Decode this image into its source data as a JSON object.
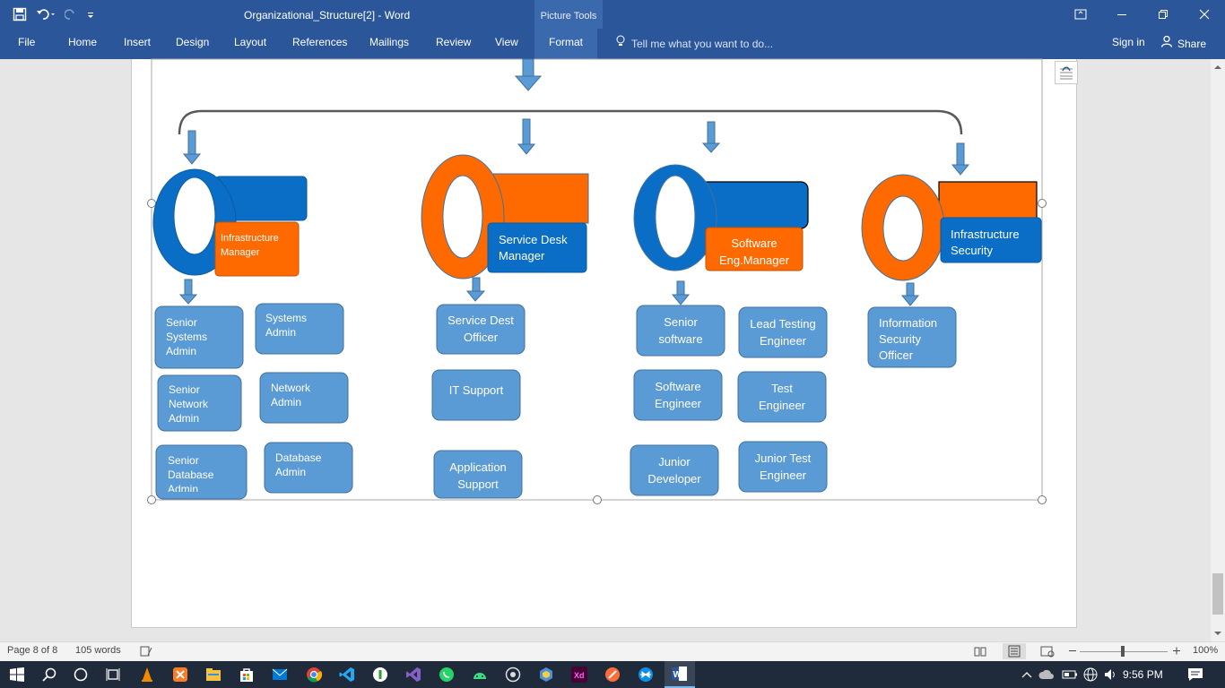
{
  "titlebar": {
    "document_title": "Organizational_Structure[2] - Word",
    "context_tab_group": "Picture Tools"
  },
  "ribbon": {
    "tabs": [
      "File",
      "Home",
      "Insert",
      "Design",
      "Layout",
      "References",
      "Mailings",
      "Review",
      "View",
      "Format"
    ],
    "active_tab": "Format",
    "tell_me_placeholder": "Tell me what you want to do...",
    "sign_in": "Sign in",
    "share": "Share"
  },
  "diagram": {
    "departments": [
      {
        "manager": "Infrastructure Manager",
        "ring_color": "#0a6ec6",
        "staff": [
          "Senior Systems Admin",
          "Systems Admin",
          "Senior Network Admin",
          "Network Admin",
          "Senior Database Admin",
          "Database Admin"
        ]
      },
      {
        "manager": "Service Desk Manager",
        "ring_color": "#ff6a00",
        "staff": [
          "Service Dest Officer",
          "IT Support",
          "Application Support"
        ]
      },
      {
        "manager": "Software Eng.Manager",
        "ring_color": "#0a6ec6",
        "staff": [
          "Senior software",
          "Lead Testing Engineer",
          "Software Engineer",
          "Test Engineer",
          "Junior Developer",
          "Junior Test Engineer"
        ]
      },
      {
        "manager": "Infrastructure Security",
        "ring_color": "#ff6a00",
        "staff": [
          "Information Security Officer"
        ]
      }
    ],
    "colors": {
      "blue": "#0a6ec6",
      "orange": "#ff6a00",
      "box_fill": "#5b9bd5",
      "box_border": "#41719c"
    }
  },
  "statusbar": {
    "page": "Page 8 of 8",
    "words": "105 words",
    "zoom": "100%"
  },
  "taskbar": {
    "time": "9:56 PM"
  }
}
